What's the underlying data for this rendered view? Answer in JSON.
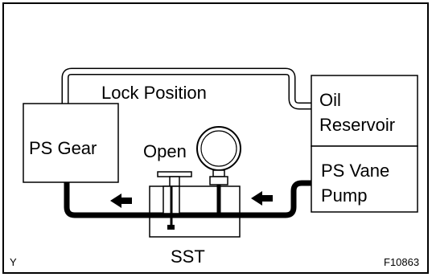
{
  "labels": {
    "lock_position": "Lock Position",
    "oil_reservoir_line1": "Oil",
    "oil_reservoir_line2": "Reservoir",
    "ps_gear": "PS Gear",
    "open": "Open",
    "ps_vane_pump_line1": "PS Vane",
    "ps_vane_pump_line2": "Pump",
    "sst": "SST",
    "corner_mark": "Y",
    "figure_code": "F10863"
  },
  "icons": {
    "flow_arrow": "arrow-left-icon",
    "gauge": "pressure-gauge-icon",
    "valve": "valve-handle-icon"
  }
}
